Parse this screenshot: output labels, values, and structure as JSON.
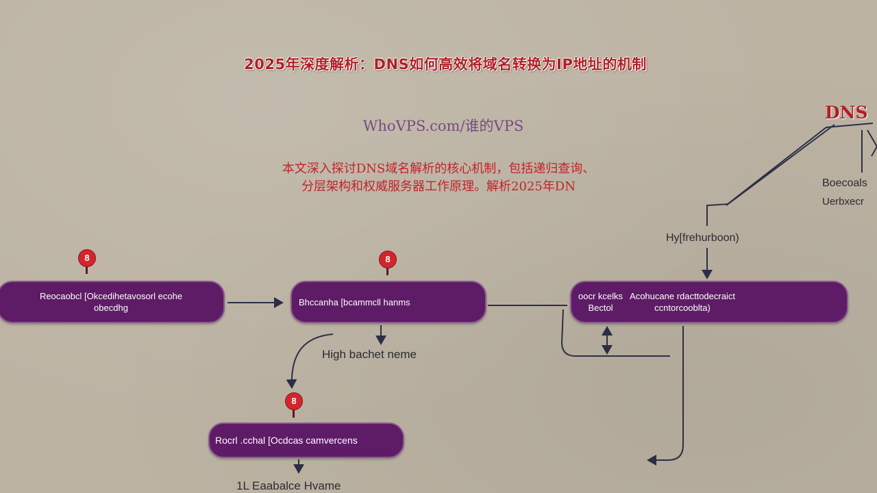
{
  "article": {
    "title": "2025年深度解析：DNS如何高效将域名转换为IP地址的机制",
    "site": "WhoVPS.com/谁的VPS",
    "summary_line1": "本文深入探讨DNS域名解析的核心机制，包括递归查询、",
    "summary_line2": "分层架构和权威服务器工作原理。解析2025年DN"
  },
  "diagram": {
    "corner_title": "DNS",
    "nodes": {
      "a": {
        "line1": "Reocaobcl [Okcedihetavosorl ecohe",
        "line2": "obecdhg"
      },
      "b": {
        "text": "Bhccanha [bcammcll hanms"
      },
      "c": {
        "left_line1": "oocr kcelks",
        "left_line2": "Bectol",
        "right_line1": "Acohucane rdacttodecraict",
        "right_line2": "ccntorcooblta)"
      },
      "d": {
        "text": "Rocrl .cchal [Ocdcas camvercens"
      }
    },
    "pins": {
      "a": "8",
      "b": "8",
      "d": "8"
    },
    "labels": {
      "high_rate": "High bachet neme",
      "hybrid": "Hy[frehurboon)",
      "boecoals": "Boecoals",
      "uerbxecr": "Uerbxecr",
      "bottom": "1L Eaabalce Hvame"
    },
    "colors": {
      "node_fill": "#5e1b66",
      "pin": "#d2262c",
      "title_red": "#b01f24",
      "site_purple": "#7a4a80",
      "line": "#2c2e45"
    }
  }
}
